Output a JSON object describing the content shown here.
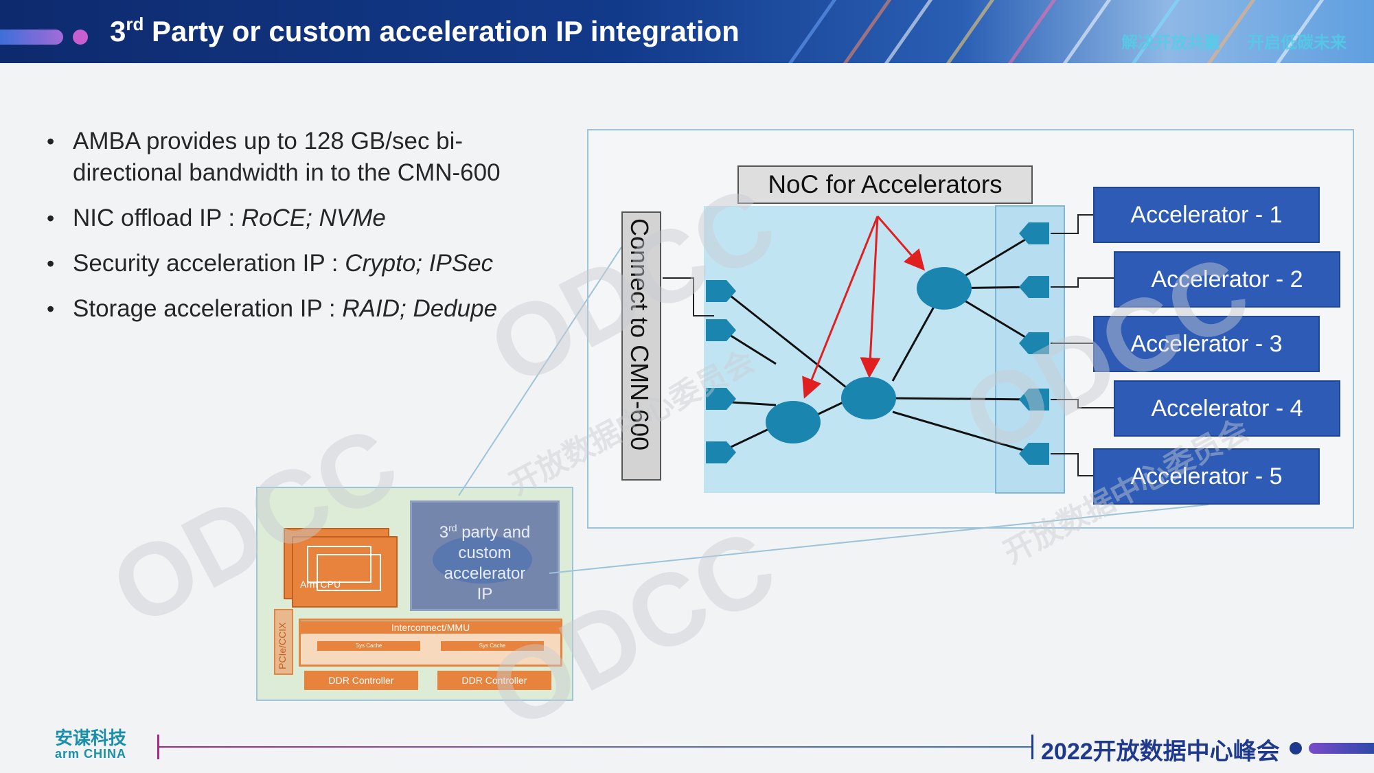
{
  "header": {
    "title_prefix": "3",
    "title_sup": "rd",
    "title_rest": " Party or custom acceleration IP integration",
    "motto_left": "解决开放共赢",
    "motto_right": "开启低碳未来"
  },
  "bullets": [
    {
      "text": "AMBA provides up to 128 GB/sec bi-directional bandwidth in to the CMN-600",
      "italic": ""
    },
    {
      "text": "NIC offload IP : ",
      "italic": "RoCE; NVMe"
    },
    {
      "text": "Security acceleration IP : ",
      "italic": "Crypto; IPSec"
    },
    {
      "text": "Storage acceleration IP : ",
      "italic": "RAID; Dedupe"
    }
  ],
  "chip": {
    "cpu_label": "Arm CPU",
    "ip_prefix": "3",
    "ip_sup": "rd",
    "ip_line1_rest": " party and",
    "ip_line2": "custom",
    "ip_line3": "accelerator",
    "ip_line4": "IP",
    "interconnect_label": "Interconnect/MMU",
    "cache_label_1": "Sys Cache",
    "cache_label_2": "Sys Cache",
    "pcie_label": "PCIe/CCIX",
    "ddr_1": "DDR Controller",
    "ddr_2": "DDR Controller"
  },
  "noc": {
    "title": "NoC for Accelerators",
    "cmn_label": "Connect to CMN-600",
    "accelerators": [
      "Accelerator - 1",
      "Accelerator - 2",
      "Accelerator - 3",
      "Accelerator - 4",
      "Accelerator - 5"
    ]
  },
  "colors": {
    "header_blue": "#123a8a",
    "accelerator_blue": "#2d5bb5",
    "noc_fill": "#bfe3f3",
    "node_teal": "#1a86b0",
    "arrow_red": "#e02020",
    "chip_orange": "#e8833d",
    "footer_navy": "#1f3a8c"
  },
  "footer": {
    "logo_cn": "安谋科技",
    "logo_en": "arm CHINA",
    "summit": "2022开放数据中心峰会"
  },
  "watermark": {
    "logo": "ODCC",
    "text": "开放数据中心委员会"
  }
}
